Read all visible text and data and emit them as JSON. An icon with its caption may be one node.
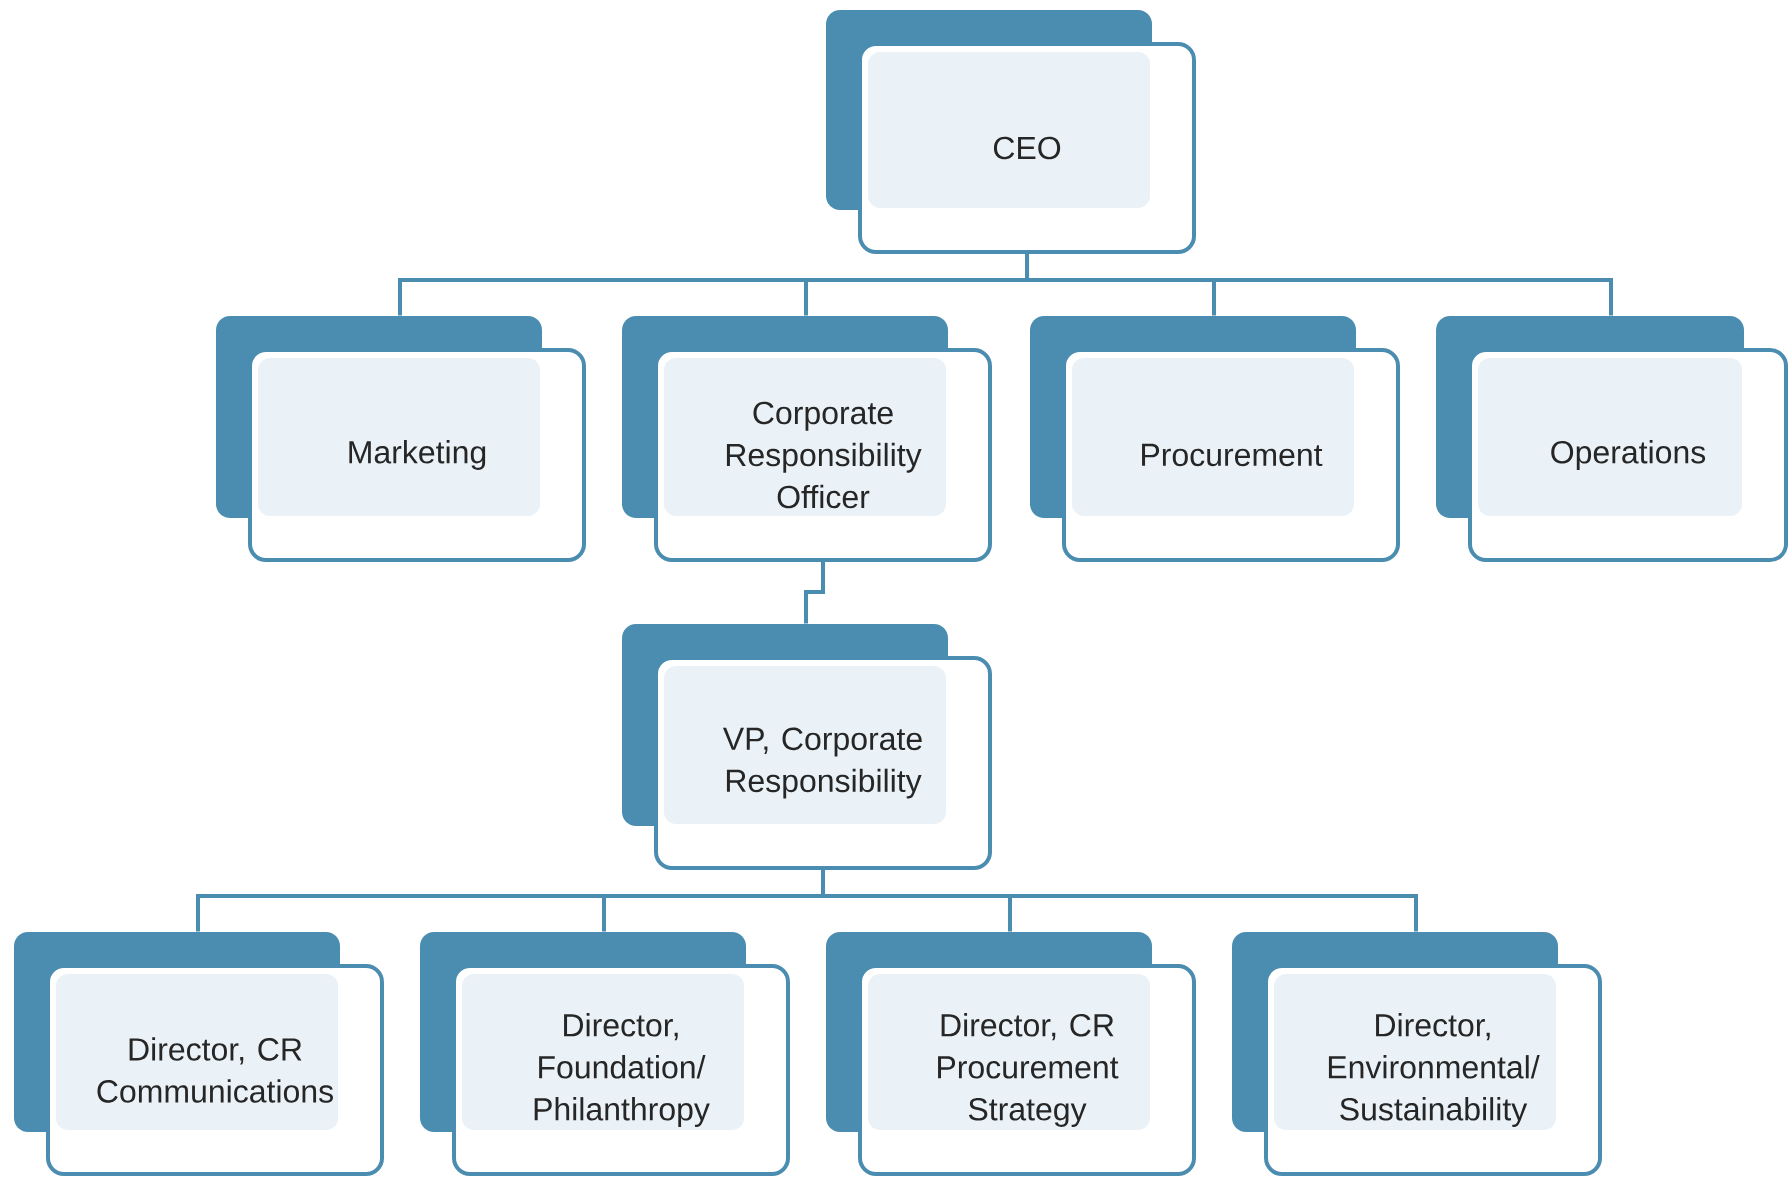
{
  "diagram": {
    "nodes": [
      {
        "text": [
          "CEO"
        ]
      },
      {
        "text": [
          "Marketing"
        ]
      },
      {
        "text": [
          "Corporate Responsibility Officer"
        ]
      },
      {
        "text": [
          "Procurement"
        ]
      },
      {
        "text": [
          "Operations"
        ]
      },
      {
        "text": [
          "VP, Corporate Responsibility"
        ]
      },
      {
        "text": [
          "Director, CR Communications"
        ]
      },
      {
        "text": [
          "Director, Foundation/ Philanthropy"
        ]
      },
      {
        "text": [
          "Director, CR Procurement Strategy"
        ]
      },
      {
        "text": [
          "Director, Environmental/ Sustainability"
        ]
      }
    ],
    "edges": [
      {
        "from": 0,
        "to": 1,
        "arrow": "none"
      },
      {
        "from": 0,
        "to": 2,
        "arrow": "none"
      },
      {
        "from": 0,
        "to": 3,
        "arrow": "none"
      },
      {
        "from": 0,
        "to": 4,
        "arrow": "none"
      },
      {
        "from": 2,
        "to": 5,
        "arrow": "none"
      },
      {
        "from": 5,
        "to": 6,
        "arrow": "none"
      },
      {
        "from": 5,
        "to": 7,
        "arrow": "none"
      },
      {
        "from": 5,
        "to": 8,
        "arrow": "none"
      },
      {
        "from": 5,
        "to": 9,
        "arrow": "none"
      }
    ]
  }
}
